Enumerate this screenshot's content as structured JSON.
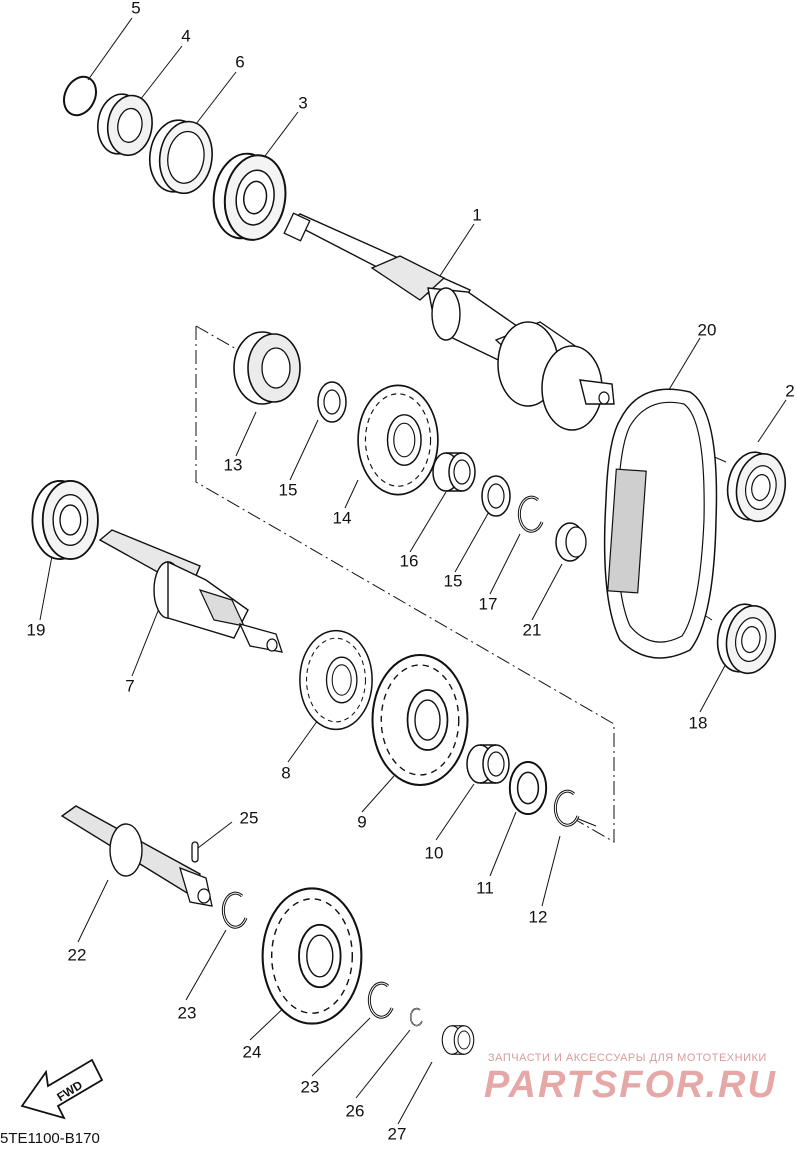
{
  "diagram": {
    "drawing_code": "5TE1100-B170",
    "fwd_label": "FWD",
    "watermark": {
      "tagline": "ЗАПЧАСТИ И АКСЕССУАРЫ ДЛЯ МОТОТЕХНИКИ",
      "brand": "PARTSFOR.RU"
    },
    "callouts": [
      {
        "id": "c5",
        "text": "5"
      },
      {
        "id": "c4",
        "text": "4"
      },
      {
        "id": "c6",
        "text": "6"
      },
      {
        "id": "c3",
        "text": "3"
      },
      {
        "id": "c1",
        "text": "1"
      },
      {
        "id": "c20",
        "text": "20"
      },
      {
        "id": "c2",
        "text": "2"
      },
      {
        "id": "c13",
        "text": "13"
      },
      {
        "id": "c15a",
        "text": "15"
      },
      {
        "id": "c14",
        "text": "14"
      },
      {
        "id": "c16",
        "text": "16"
      },
      {
        "id": "c15b",
        "text": "15"
      },
      {
        "id": "c17",
        "text": "17"
      },
      {
        "id": "c21",
        "text": "21"
      },
      {
        "id": "c19",
        "text": "19"
      },
      {
        "id": "c7",
        "text": "7"
      },
      {
        "id": "c8",
        "text": "8"
      },
      {
        "id": "c9",
        "text": "9"
      },
      {
        "id": "c10",
        "text": "10"
      },
      {
        "id": "c11",
        "text": "11"
      },
      {
        "id": "c12",
        "text": "12"
      },
      {
        "id": "c18",
        "text": "18"
      },
      {
        "id": "c25",
        "text": "25"
      },
      {
        "id": "c22",
        "text": "22"
      },
      {
        "id": "c23a",
        "text": "23"
      },
      {
        "id": "c24",
        "text": "24"
      },
      {
        "id": "c23b",
        "text": "23"
      },
      {
        "id": "c26",
        "text": "26"
      },
      {
        "id": "c27",
        "text": "27"
      }
    ]
  }
}
